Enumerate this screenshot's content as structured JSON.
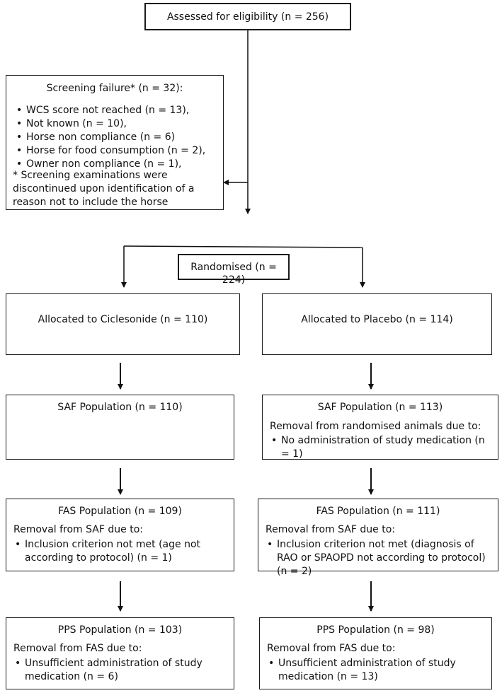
{
  "assessed": {
    "label": "Assessed for eligibility (n = 256)"
  },
  "screening": {
    "title": "Screening failure* (n = 32):",
    "reasons": [
      "WCS score not reached (n = 13),",
      "Not known (n = 10),",
      "Horse non compliance (n = 6)",
      "Horse for food consumption (n = 2),",
      "Owner non compliance (n = 1),"
    ],
    "footnote": "* Screening examinations were discontinued upon identification of a reason not to include the horse"
  },
  "randomised": {
    "label": "Randomised (n = 224)"
  },
  "ciclesonide": {
    "allocated": "Allocated to Ciclesonide (n = 110)",
    "saf": {
      "title": "SAF Population (n = 110)"
    },
    "fas": {
      "title": "FAS Population (n = 109)",
      "removal": "Removal from SAF due to:",
      "items": [
        "Inclusion criterion not met (age not according to protocol) (n = 1)"
      ]
    },
    "pps": {
      "title": "PPS Population (n = 103)",
      "removal": "Removal from FAS due to:",
      "items": [
        "Unsufficient administration of study medication (n = 6)"
      ]
    }
  },
  "placebo": {
    "allocated": "Allocated to Placebo (n = 114)",
    "saf": {
      "title": "SAF Population (n = 113)",
      "removal": "Removal from randomised animals due to:",
      "items": [
        "No administration of study medication (n = 1)"
      ]
    },
    "fas": {
      "title": "FAS Population (n = 111)",
      "removal": "Removal from SAF due to:",
      "items": [
        "Inclusion criterion not met (diagnosis of RAO or SPAOPD not according to protocol) (n = 2)"
      ]
    },
    "pps": {
      "title": "PPS Population (n = 98)",
      "removal": "Removal from FAS due to:",
      "items": [
        "Unsufficient administration of study medication (n = 13)"
      ]
    }
  }
}
